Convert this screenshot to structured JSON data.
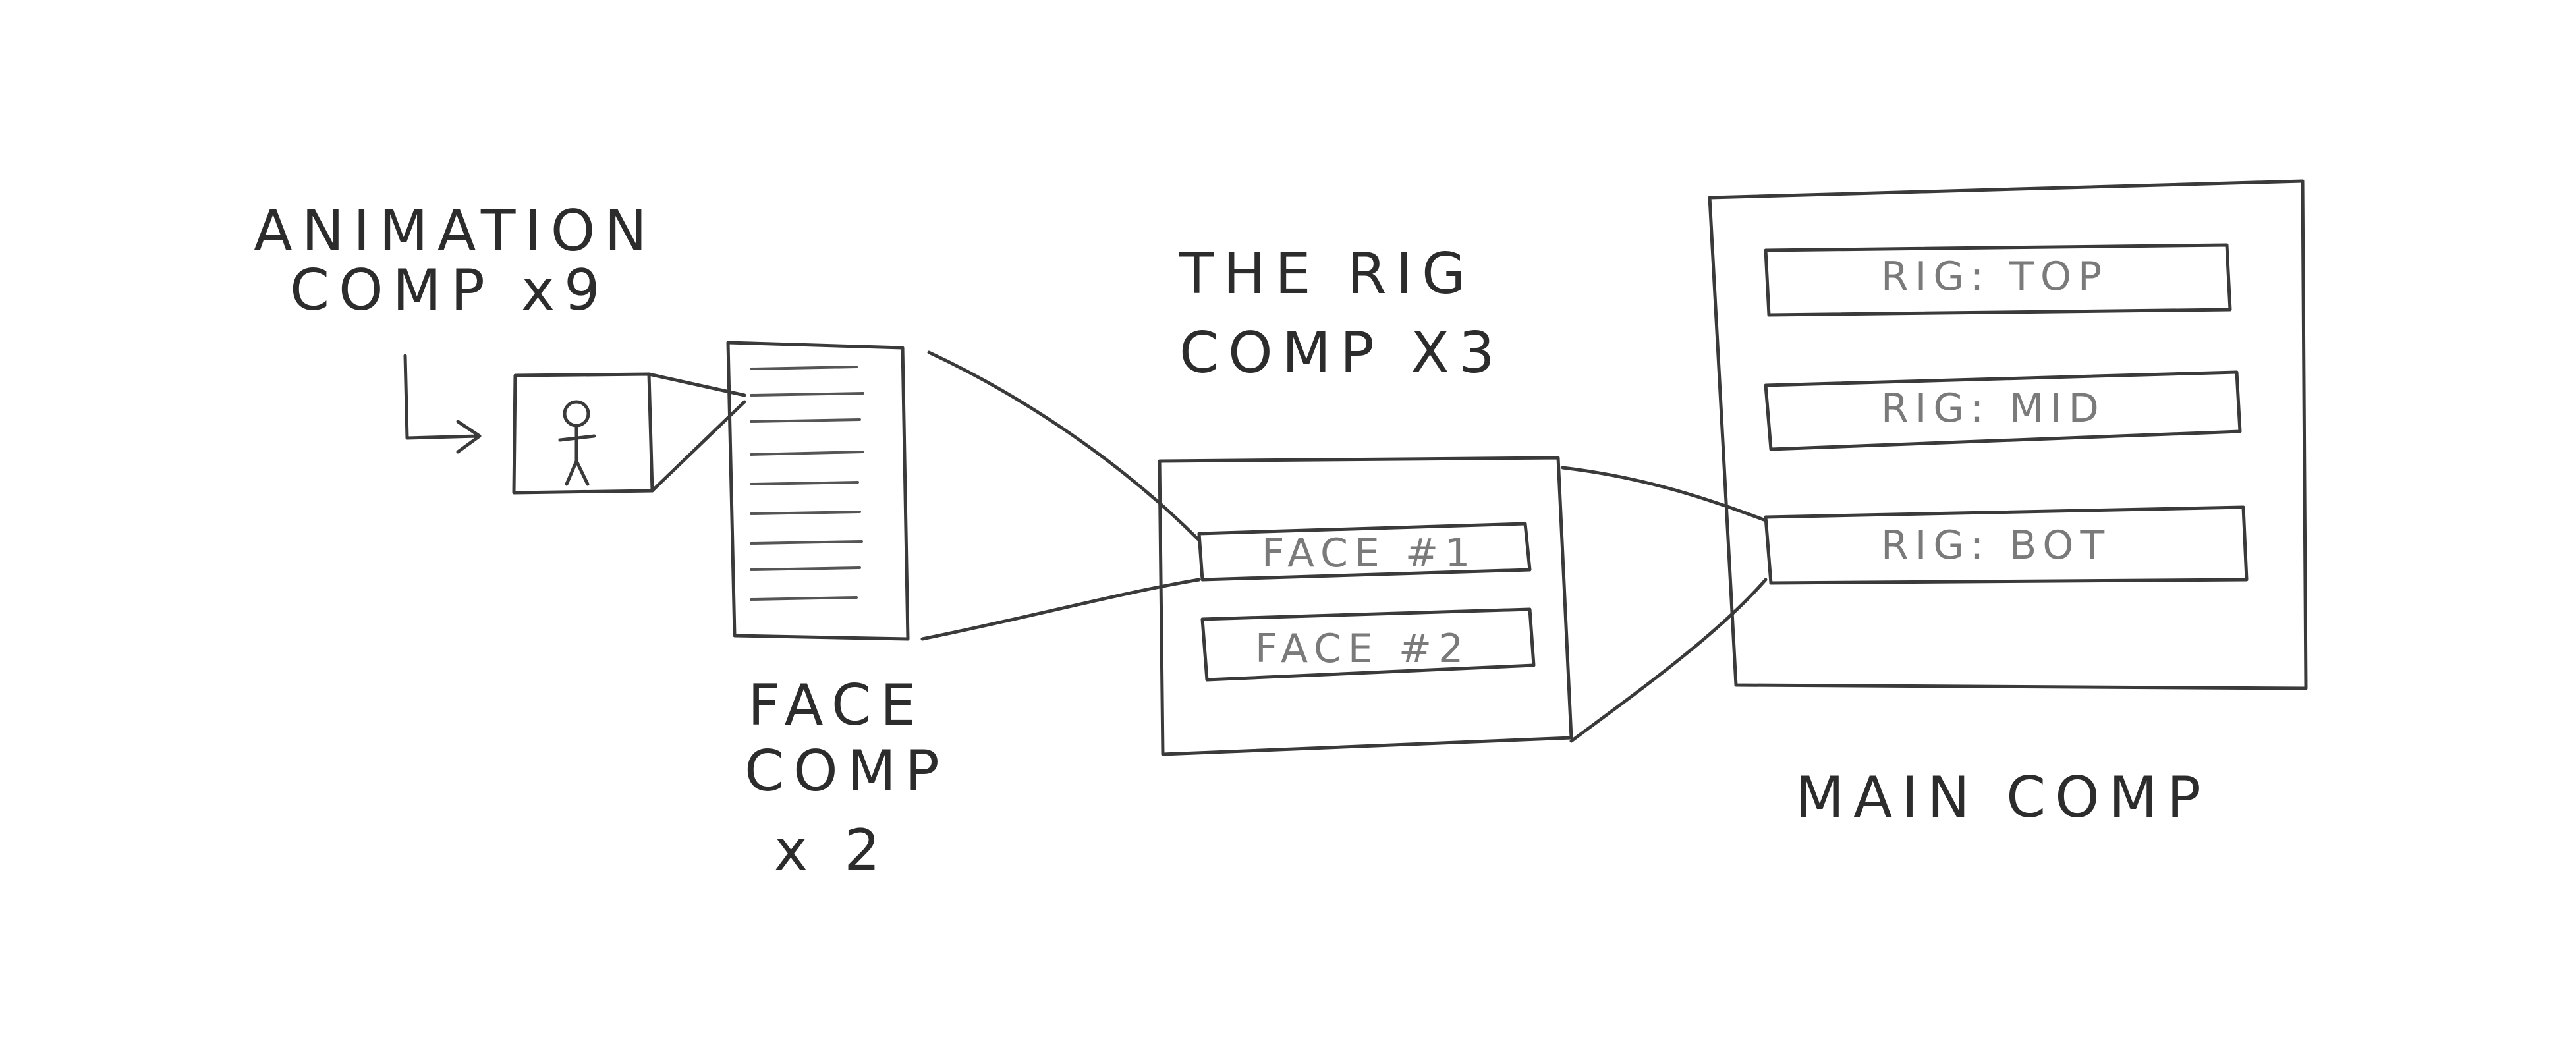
{
  "labels": {
    "animation_comp_line1": "ANIMATION",
    "animation_comp_line2": "COMP x9",
    "face_comp_line1": "FACE",
    "face_comp_line2": "COMP",
    "face_comp_line3": "x 2",
    "rig_comp_line1": "THE RIG",
    "rig_comp_line2": "COMP X3",
    "main_comp": "MAIN COMP"
  },
  "rig_comp_slots": [
    "FACE #1",
    "FACE #2"
  ],
  "main_comp_slots": [
    "RIG: TOP",
    "RIG: MID",
    "RIG: BOT"
  ],
  "colors": {
    "ink": "#3a3a3a",
    "slot_text": "#7a7a7a",
    "background": "#ffffff"
  }
}
